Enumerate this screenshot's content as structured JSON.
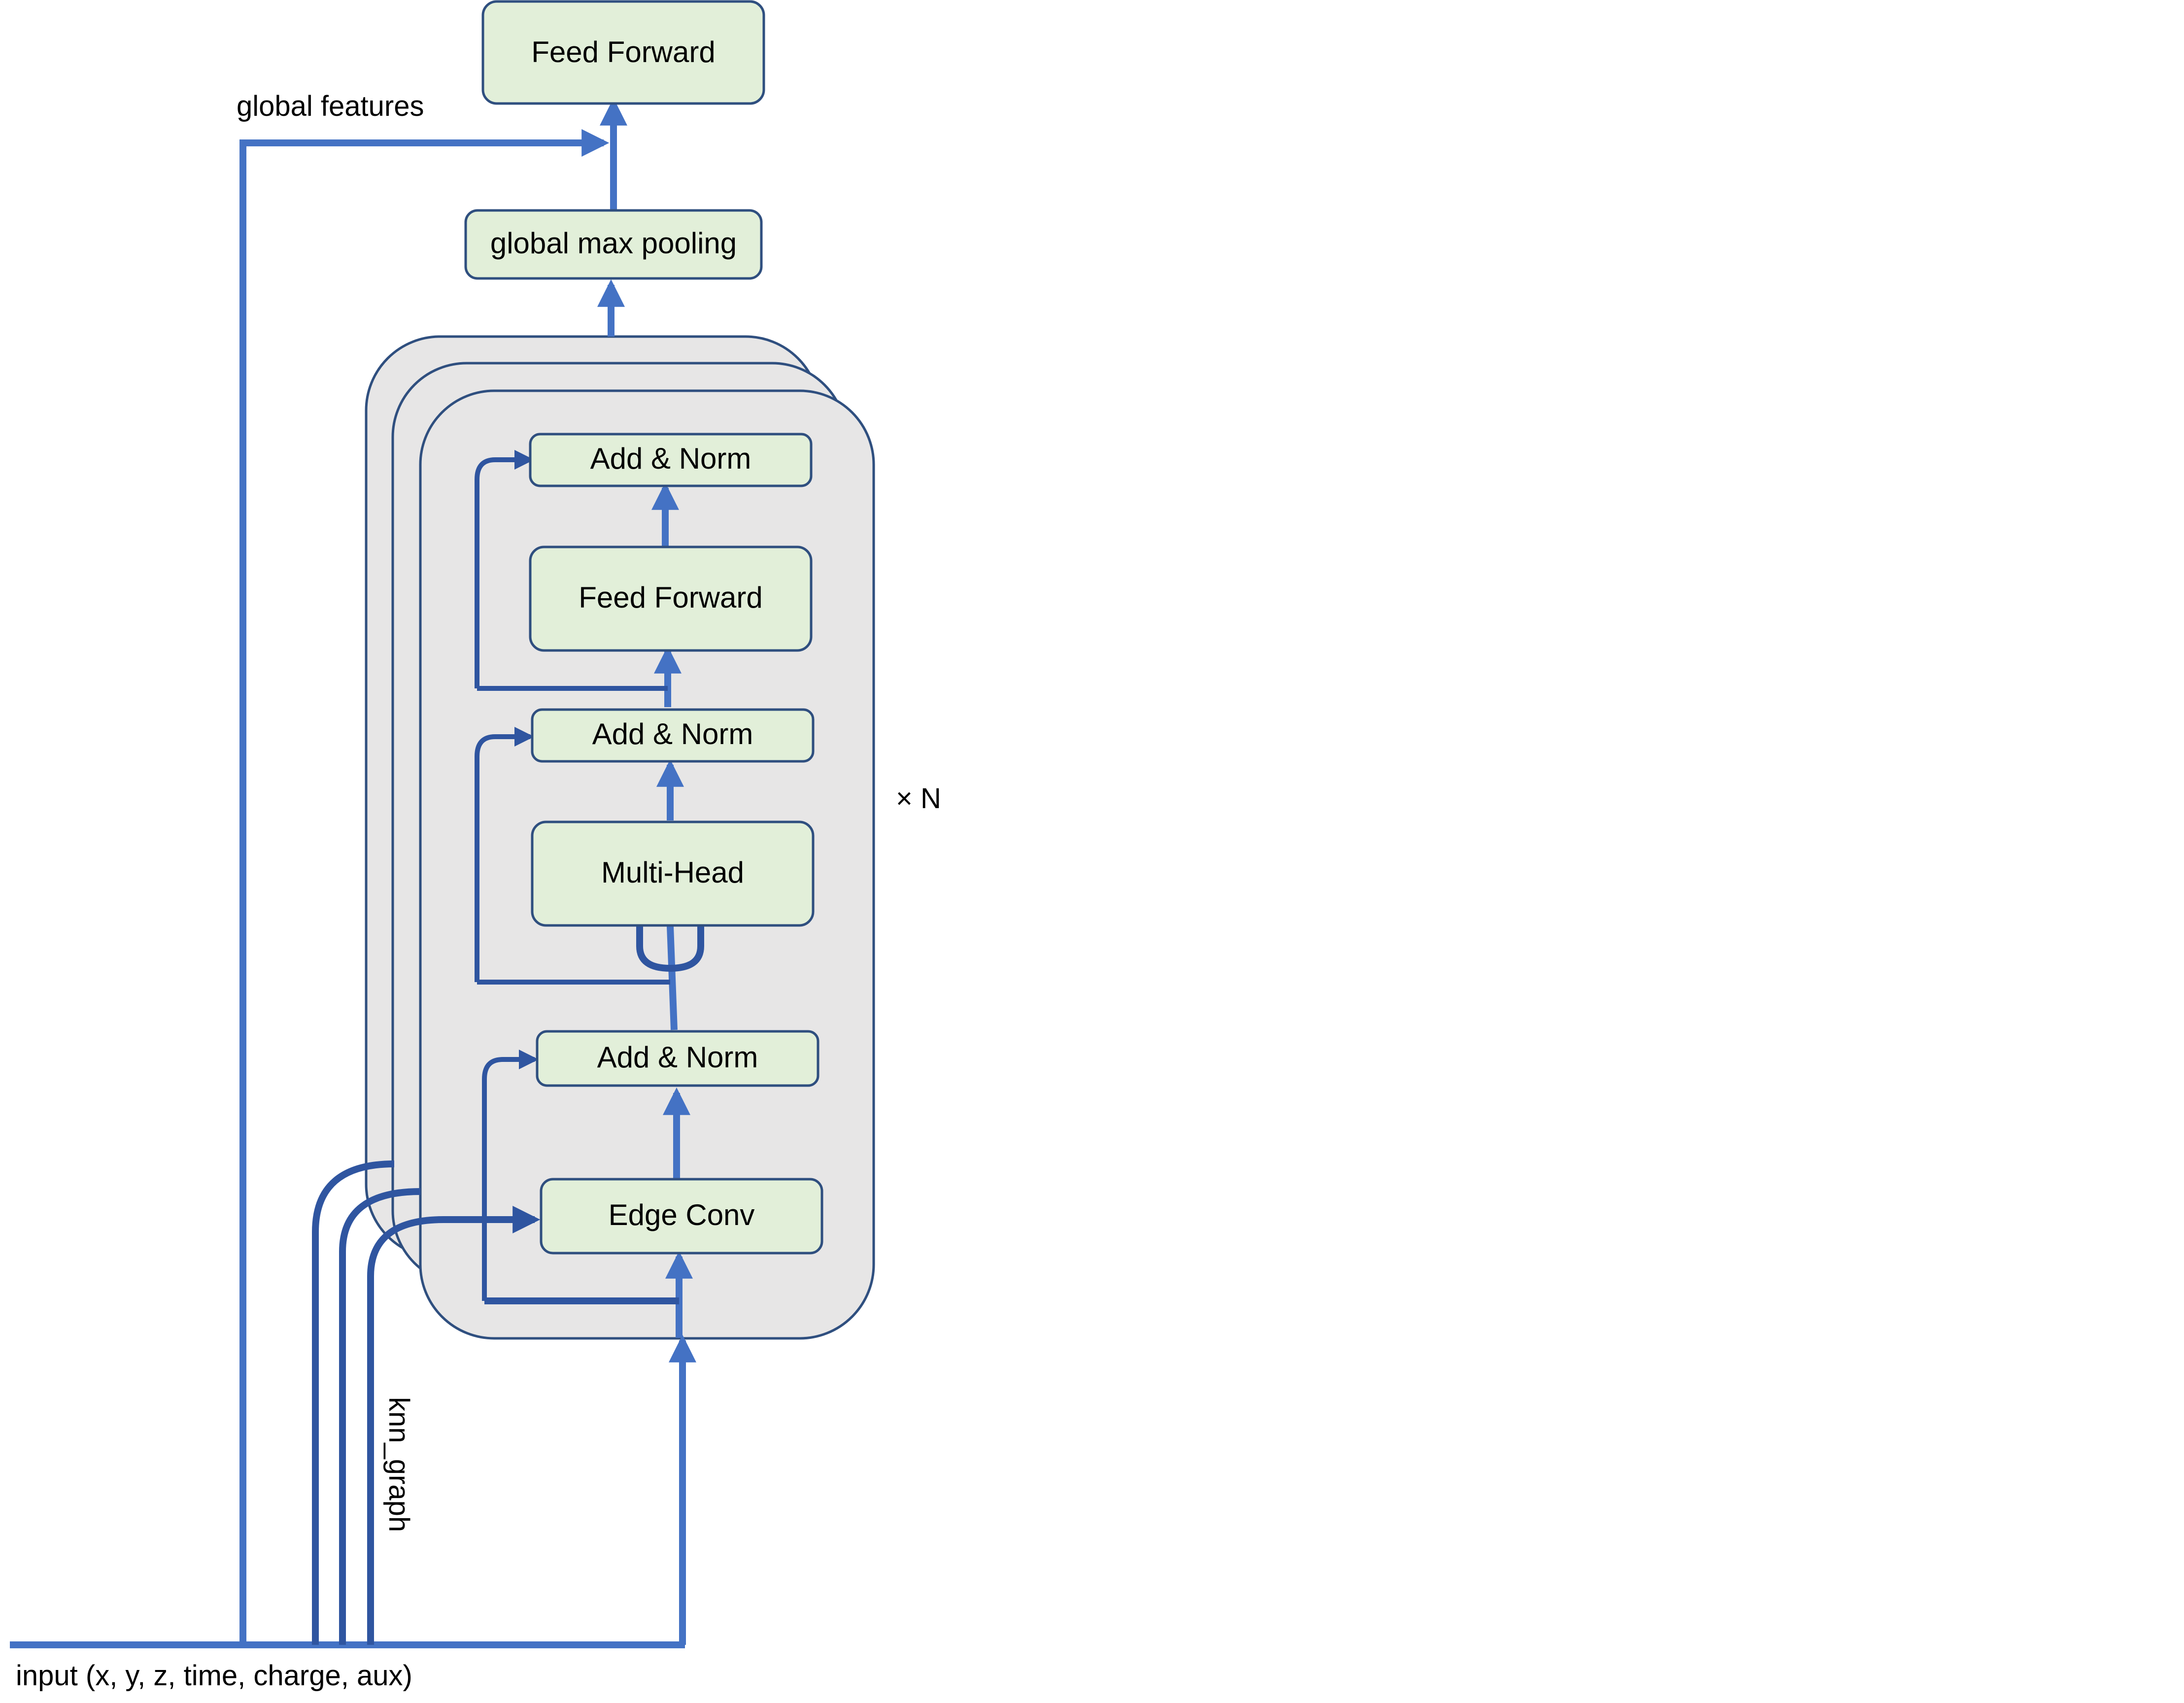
{
  "colors": {
    "block_fill": "#e2efd9",
    "block_stroke": "#2f4f7f",
    "arrow": "#4472c4",
    "arrow_dark": "#2f55a0",
    "stack_fill": "#e7e6e6",
    "stack_stroke": "#2f4f7f"
  },
  "labels": {
    "top_feed_forward": "Feed Forward",
    "global_features": "global features",
    "global_max_pooling": "global max pooling",
    "add_norm_top": "Add & Norm",
    "feed_forward_inner": "Feed Forward",
    "add_norm_mid": "Add & Norm",
    "multi_head": "Multi-Head",
    "add_norm_bottom": "Add & Norm",
    "edge_conv": "Edge Conv",
    "repeat": "× N",
    "knn_graph": "knn_graph",
    "input": "input (x, y, z, time, charge, aux)"
  }
}
